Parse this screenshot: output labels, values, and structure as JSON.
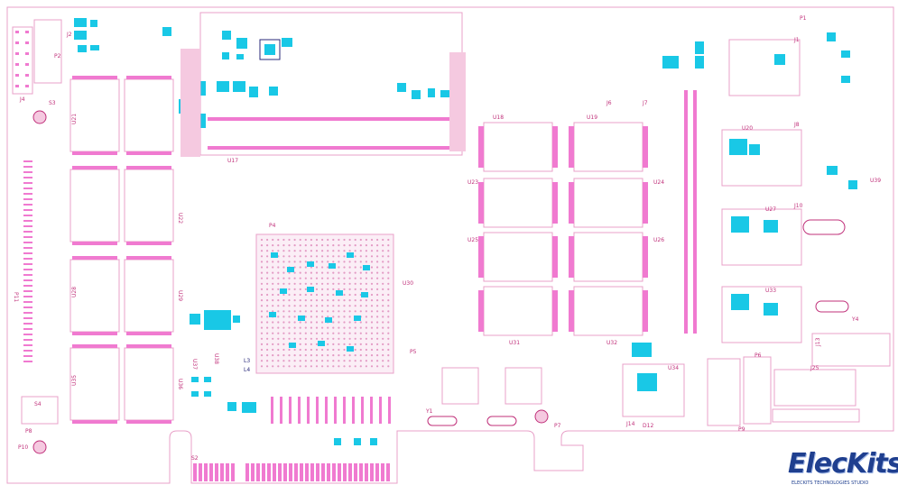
{
  "colors": {
    "outline": "#e8a0c8",
    "silk": "#c0307a",
    "pad_cyan": "#19c8e6",
    "pad_magenta": "#f07ad0",
    "ref_blue": "#2a2a7a",
    "logo_blue": "#1f3f8f"
  },
  "logo": {
    "name": "ElecKits",
    "tagline": "ELECKITS TECHNOLOGIES STUDIO"
  },
  "refs": {
    "u17": "U17",
    "u18": "U18",
    "u19": "U19",
    "u20": "U20",
    "u21": "U21",
    "u22": "U22",
    "u23": "U23",
    "u24": "U24",
    "u25": "U25",
    "u26": "U26",
    "u27": "U27",
    "u28": "U28",
    "u29": "U29",
    "u30": "U30",
    "u31": "U31",
    "u32": "U32",
    "u33": "U33",
    "u34": "U34",
    "u35": "U35",
    "u36": "U36",
    "u37": "U37",
    "u38": "U38",
    "u39": "U39",
    "j1": "J1",
    "j2": "J2",
    "j4": "J4",
    "j6": "J6",
    "j7": "J7",
    "j8": "J8",
    "j10": "J10",
    "j13": "J13",
    "j14": "J14",
    "j25": "J25",
    "p1": "P1",
    "p2": "P2",
    "p4": "P4",
    "p5": "P5",
    "p6": "P6",
    "p7": "P7",
    "p8": "P8",
    "p9": "P9",
    "p10": "P10",
    "p11": "P11",
    "s2": "S2",
    "s3": "S3",
    "s4": "S4",
    "y1": "Y1",
    "y4": "Y4",
    "d12": "D12",
    "l3": "L3",
    "l4": "L4"
  }
}
